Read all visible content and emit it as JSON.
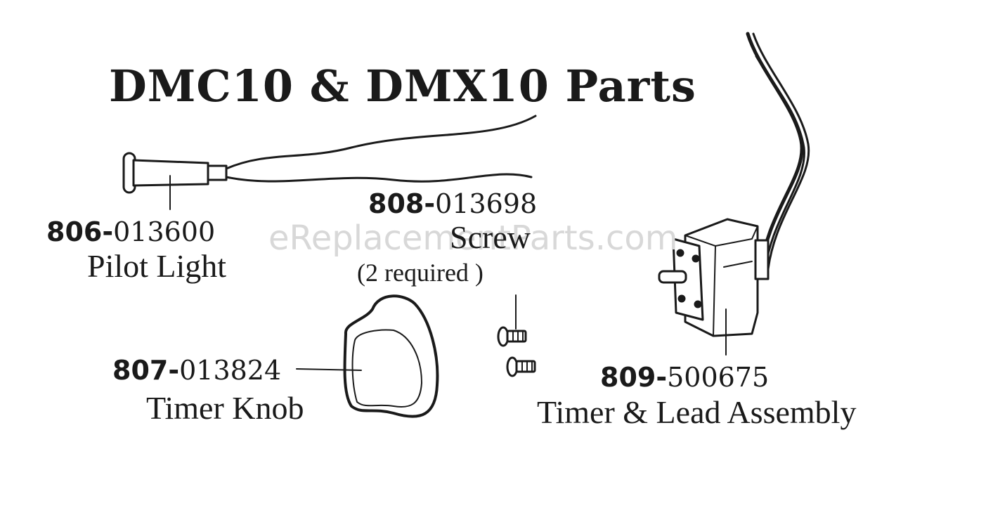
{
  "title": "DMC10 & DMX10 Parts",
  "watermark": "eReplacementParts.com",
  "parts": {
    "pilot_light": {
      "prefix": "806-",
      "number": "013600",
      "name": "Pilot Light"
    },
    "screw": {
      "prefix": "808-",
      "number": "013698",
      "name": "Screw",
      "note": "(2 required )"
    },
    "timer_knob": {
      "prefix": "807-",
      "number": "013824",
      "name": "Timer Knob"
    },
    "timer_assembly": {
      "prefix": "809-",
      "number": "500675",
      "name": "Timer & Lead Assembly"
    }
  }
}
